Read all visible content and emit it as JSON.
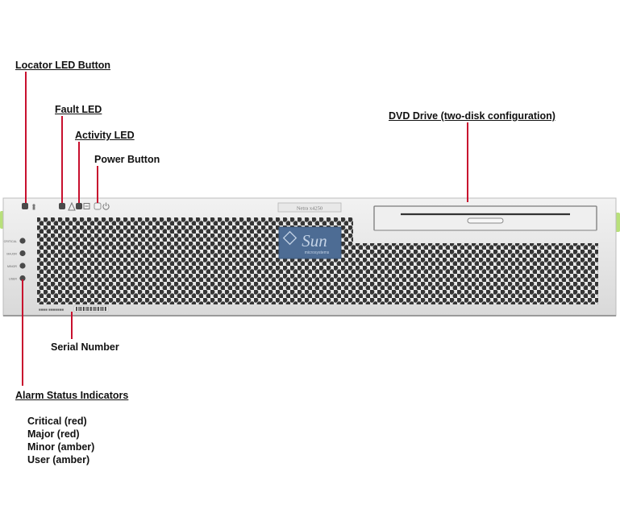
{
  "callouts": {
    "locator": "Locator LED Button",
    "fault": "Fault LED",
    "activity": "Activity LED",
    "power": "Power Button",
    "dvd": "DVD Drive (two-disk configuration)",
    "serial": "Serial Number",
    "alarm": "Alarm Status Indicators"
  },
  "alarm_levels": [
    "Critical (red)",
    "Major (red)",
    "Minor (amber)",
    "User (amber)"
  ],
  "chassis": {
    "brand_logo": "Sun",
    "brand_sub": "microsystems",
    "model_plate": "Netra x4250",
    "alarm_panel_labels": [
      "CRITICAL",
      "MAJOR",
      "MINOR",
      "USER"
    ]
  },
  "colors": {
    "leader": "#c8102e",
    "chassis": "#e4e4e4",
    "grille": "#3a3a3a",
    "logo_badge": "#4d6c94",
    "handle": "#b8e07a"
  },
  "icons": [
    "locator-icon",
    "fault-icon",
    "activity-icon",
    "power-icon"
  ]
}
